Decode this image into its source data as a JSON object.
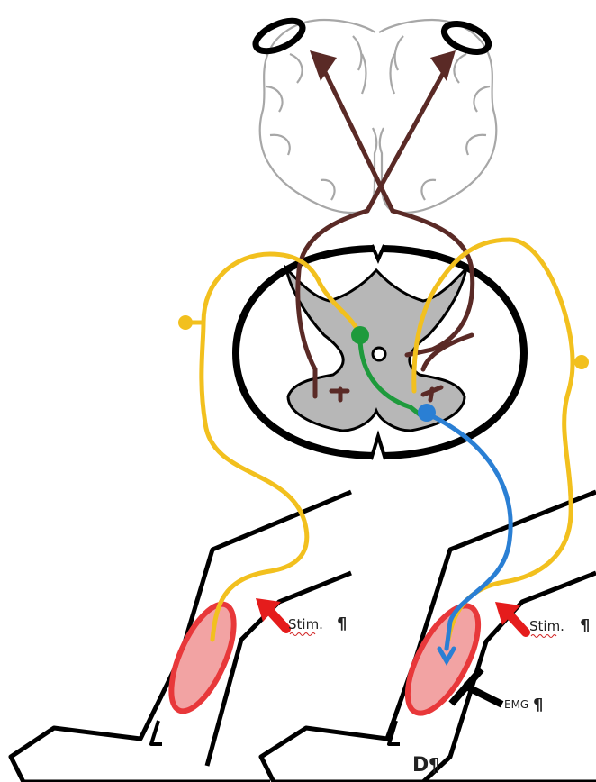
{
  "labels": {
    "stim_left": "Stim.",
    "stim_right": "Stim.",
    "emg": "EMG",
    "panel": "D",
    "pilcrow": "¶"
  },
  "colors": {
    "sensory_afferent": "#f2c01e",
    "corticospinal": "#5a2a26",
    "interneuron": "#1e9a3c",
    "motor_neuron": "#2a7fd4",
    "muscle": "#e8383a",
    "stimulus": "#e51c1c",
    "grey_matter": "#b7b7b7",
    "outline": "#000000"
  }
}
